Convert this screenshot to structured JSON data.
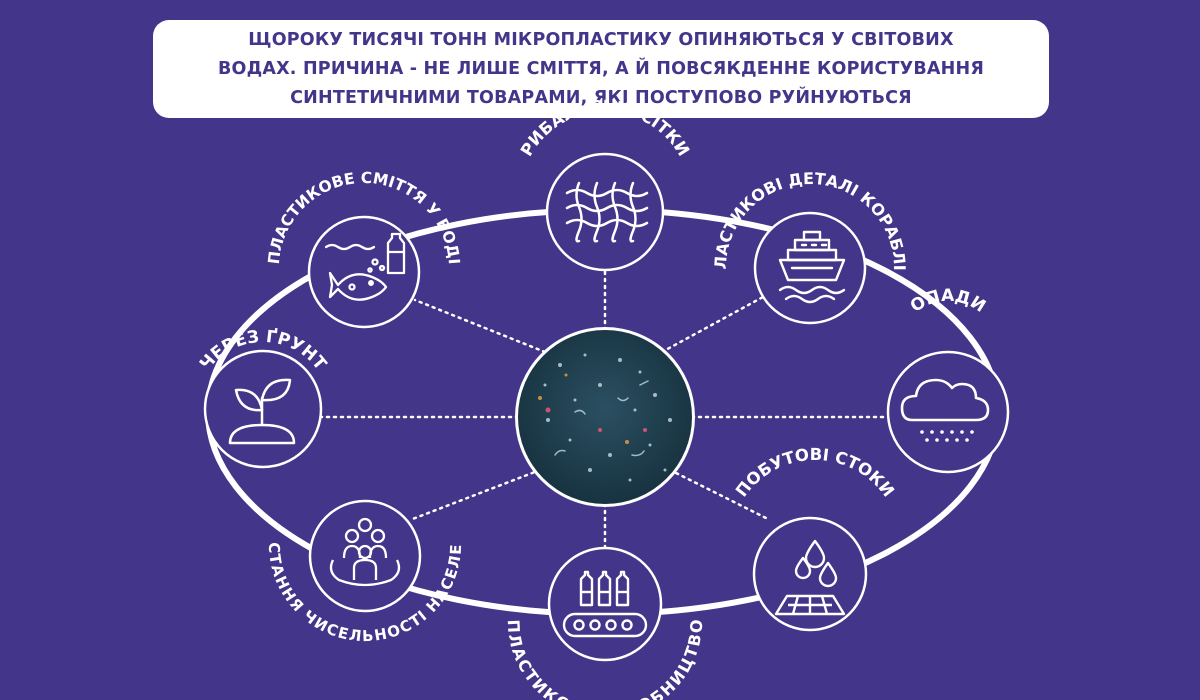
{
  "header": {
    "line1": "ЩОРОКУ ТИСЯЧІ ТОНН МІКРОПЛАСТИКУ ОПИНЯЮТЬСЯ У СВІТОВИХ",
    "line2": "ВОДАХ. ПРИЧИНА - НЕ ЛИШЕ СМІТТЯ, А Й ПОВСЯКДЕННЕ КОРИСТУВАННЯ",
    "line3": "СИНТЕТИЧНИМИ ТОВАРАМИ, ЯКІ ПОСТУПОВО РУЙНУЮТЬСЯ"
  },
  "sources": [
    {
      "id": "fishing-nets",
      "label": "РИБАЛЬСЬКІ СІТКИ",
      "icon": "fishing-net-icon"
    },
    {
      "id": "ship-parts",
      "label": "ПЛАСТИКОВІ ДЕТАЛІ КОРАБЛІВ",
      "icon": "ship-icon"
    },
    {
      "id": "precipitation",
      "label": "ОПАДИ",
      "icon": "rain-cloud-icon"
    },
    {
      "id": "household-drains",
      "label": "ПОБУТОВІ СТОКИ",
      "icon": "water-drops-drain-icon"
    },
    {
      "id": "plastic-production",
      "label": "ПЛАСТИКОВЕ ВИРОБНИЦТВО",
      "icon": "conveyor-bottles-icon"
    },
    {
      "id": "population-growth",
      "label": "ЗРОСТАННЯ ЧИСЕЛЬНОСТІ НАСЕЛЕННЯ",
      "icon": "people-group-icon"
    },
    {
      "id": "through-soil",
      "label": "ЧЕРЕЗ ҐРУНТ",
      "icon": "sprout-icon"
    },
    {
      "id": "water-debris",
      "label": "ПЛАСТИКОВЕ СМІТТЯ У ВОДІ",
      "icon": "fish-bottle-icon"
    }
  ],
  "center": {
    "icon": "microplastic-water-photo"
  },
  "colors": {
    "background": "#433589",
    "banner": "#ffffff",
    "banner_text": "#433589",
    "center_water": "#1f3b4a"
  }
}
